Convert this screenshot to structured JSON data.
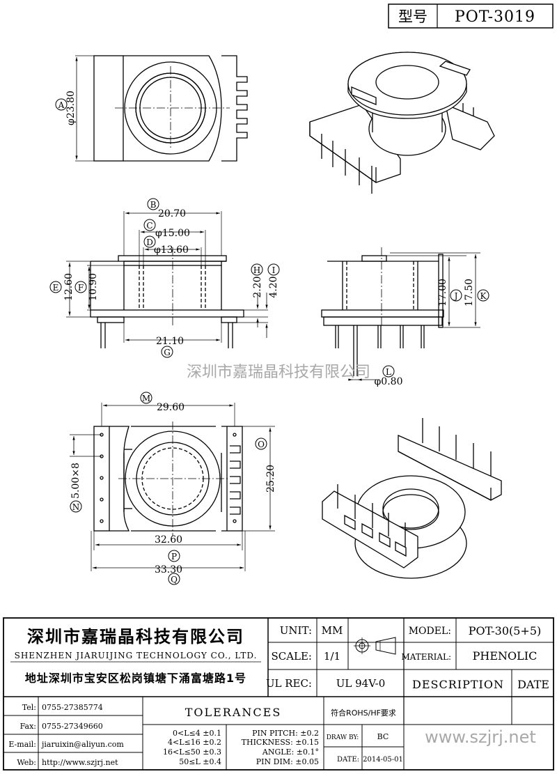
{
  "header": {
    "type_label": "型号",
    "type_value": "POT-3019"
  },
  "watermark": "深圳市嘉瑞晶科技有限公司",
  "dimensions": {
    "A": "A",
    "A_val": "φ23.80",
    "B": "B",
    "B_val": "20.70",
    "C": "C",
    "C_val": "φ15.00",
    "D": "D",
    "D_val": "φ13.60",
    "E": "E",
    "E_val": "12.60",
    "F": "F",
    "F_val": "10.90",
    "G": "G",
    "G_val": "21.10",
    "H": "H",
    "H_val": "2.20",
    "I": "I",
    "I_val": "4.20",
    "J": "J",
    "J_val": "17.00",
    "K": "K",
    "K_val": "17.50",
    "L": "L",
    "L_val": "φ0.80",
    "M": "M",
    "M_val": "29.60",
    "N": "N",
    "N_val": "5.00×8",
    "O": "O",
    "O_val": "25.20",
    "P": "P",
    "P_val": "32.60",
    "Q": "Q",
    "Q_val": "33.30"
  },
  "title_block": {
    "company_cn": "深圳市嘉瑞晶科技有限公司",
    "company_en": "SHENZHEN JIARUIJING TECHNOLOGY CO., LTD.",
    "address": "地址深圳市宝安区松岗镇塘下涌富塘路1号",
    "unit_label": "UNIT:",
    "unit_value": "MM",
    "scale_label": "SCALE:",
    "scale_value": "1/1",
    "model_label": "MODEL:",
    "model_value": "POT-30(5+5)",
    "material_label": "MATERIAL:",
    "material_value": "PHENOLIC",
    "ul_label": "UL REC:",
    "ul_value": "UL 94V-0",
    "description_label": "DESCRIPTION",
    "date_label": "DATE",
    "tel_label": "Tel:",
    "tel_value": "0755-27385774",
    "fax_label": "Fax:",
    "fax_value": "0755-27349660",
    "email_label": "E-mail:",
    "email_value": "jiaruixin@aliyun.com",
    "web_label": "Web:",
    "web_value": "http://www.szjrj.net",
    "tolerances_label": "TOLERANCES",
    "rohs": "符合ROHS/HF要求",
    "tol_lines": [
      "0<L≤4 ±0.1",
      "4<L≤16 ±0.2",
      "16<L≤50 ±0.3",
      "50≤L ±0.4"
    ],
    "pin_lines": [
      "PIN PITCH: ±0.2",
      "THICKNESS: ±0.15",
      "ANGLE: ±0.1°",
      "PIN DIM: ±0.05"
    ],
    "drawby_label": "DRAW BY:",
    "drawby_value": "BC",
    "date_field_label": "DATE:",
    "date_field_value": "2014-05-01",
    "website": "www.szjrj.net"
  }
}
